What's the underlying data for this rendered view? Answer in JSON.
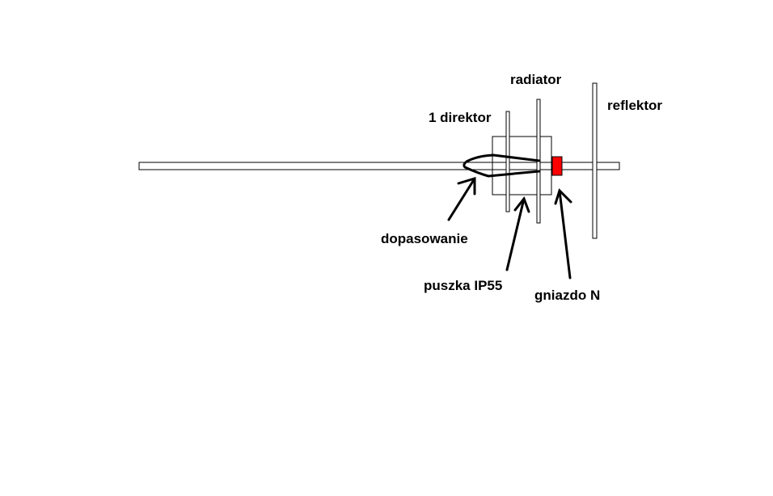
{
  "labels": {
    "radiator": "radiator",
    "reflektor": "reflektor",
    "direktor": "1 direktor",
    "dopasowanie": "dopasowanie",
    "puszka": "puszka IP55",
    "gniazdo": "gniazdo N"
  },
  "colors": {
    "outline": "#000000",
    "connector": "#ff0000",
    "background": "#ffffff"
  }
}
